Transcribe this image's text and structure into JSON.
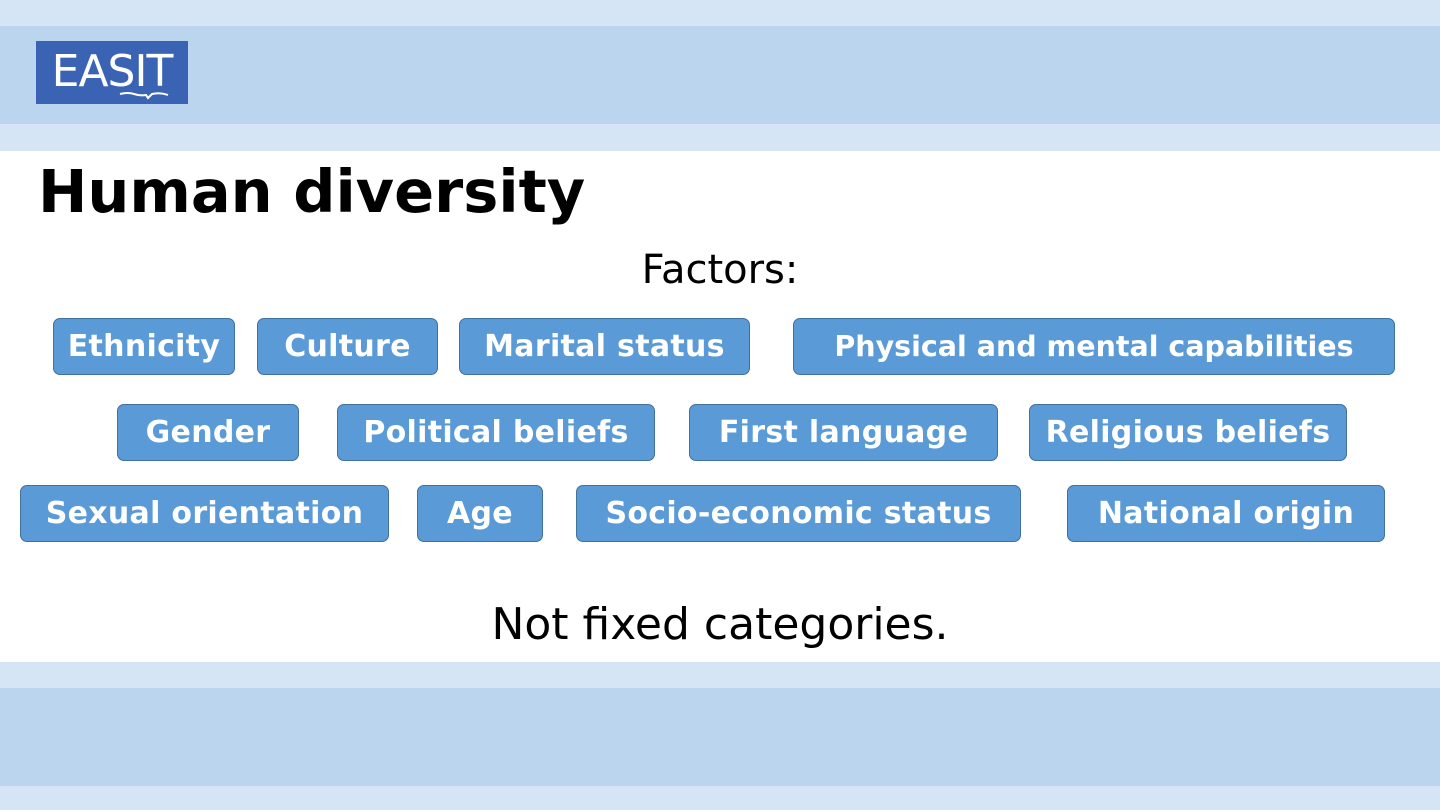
{
  "header": {
    "logo_text": "EASIT"
  },
  "main": {
    "title": "Human diversity",
    "factors_label": "Factors:",
    "factors": [
      "Ethnicity",
      "Culture",
      "Marital status",
      "Physical and mental capabilities",
      "Gender",
      "Political beliefs",
      "First language",
      "Religious beliefs",
      "Sexual orientation",
      "Age",
      "Socio-economic status",
      "National origin"
    ],
    "note": "Not fixed categories."
  },
  "colors": {
    "band_light": "#d5e5f5",
    "band_main": "#bbd5ee",
    "logo_bg": "#3b63b4",
    "chip_fill": "#5a9ad6",
    "chip_border": "#41719c"
  }
}
